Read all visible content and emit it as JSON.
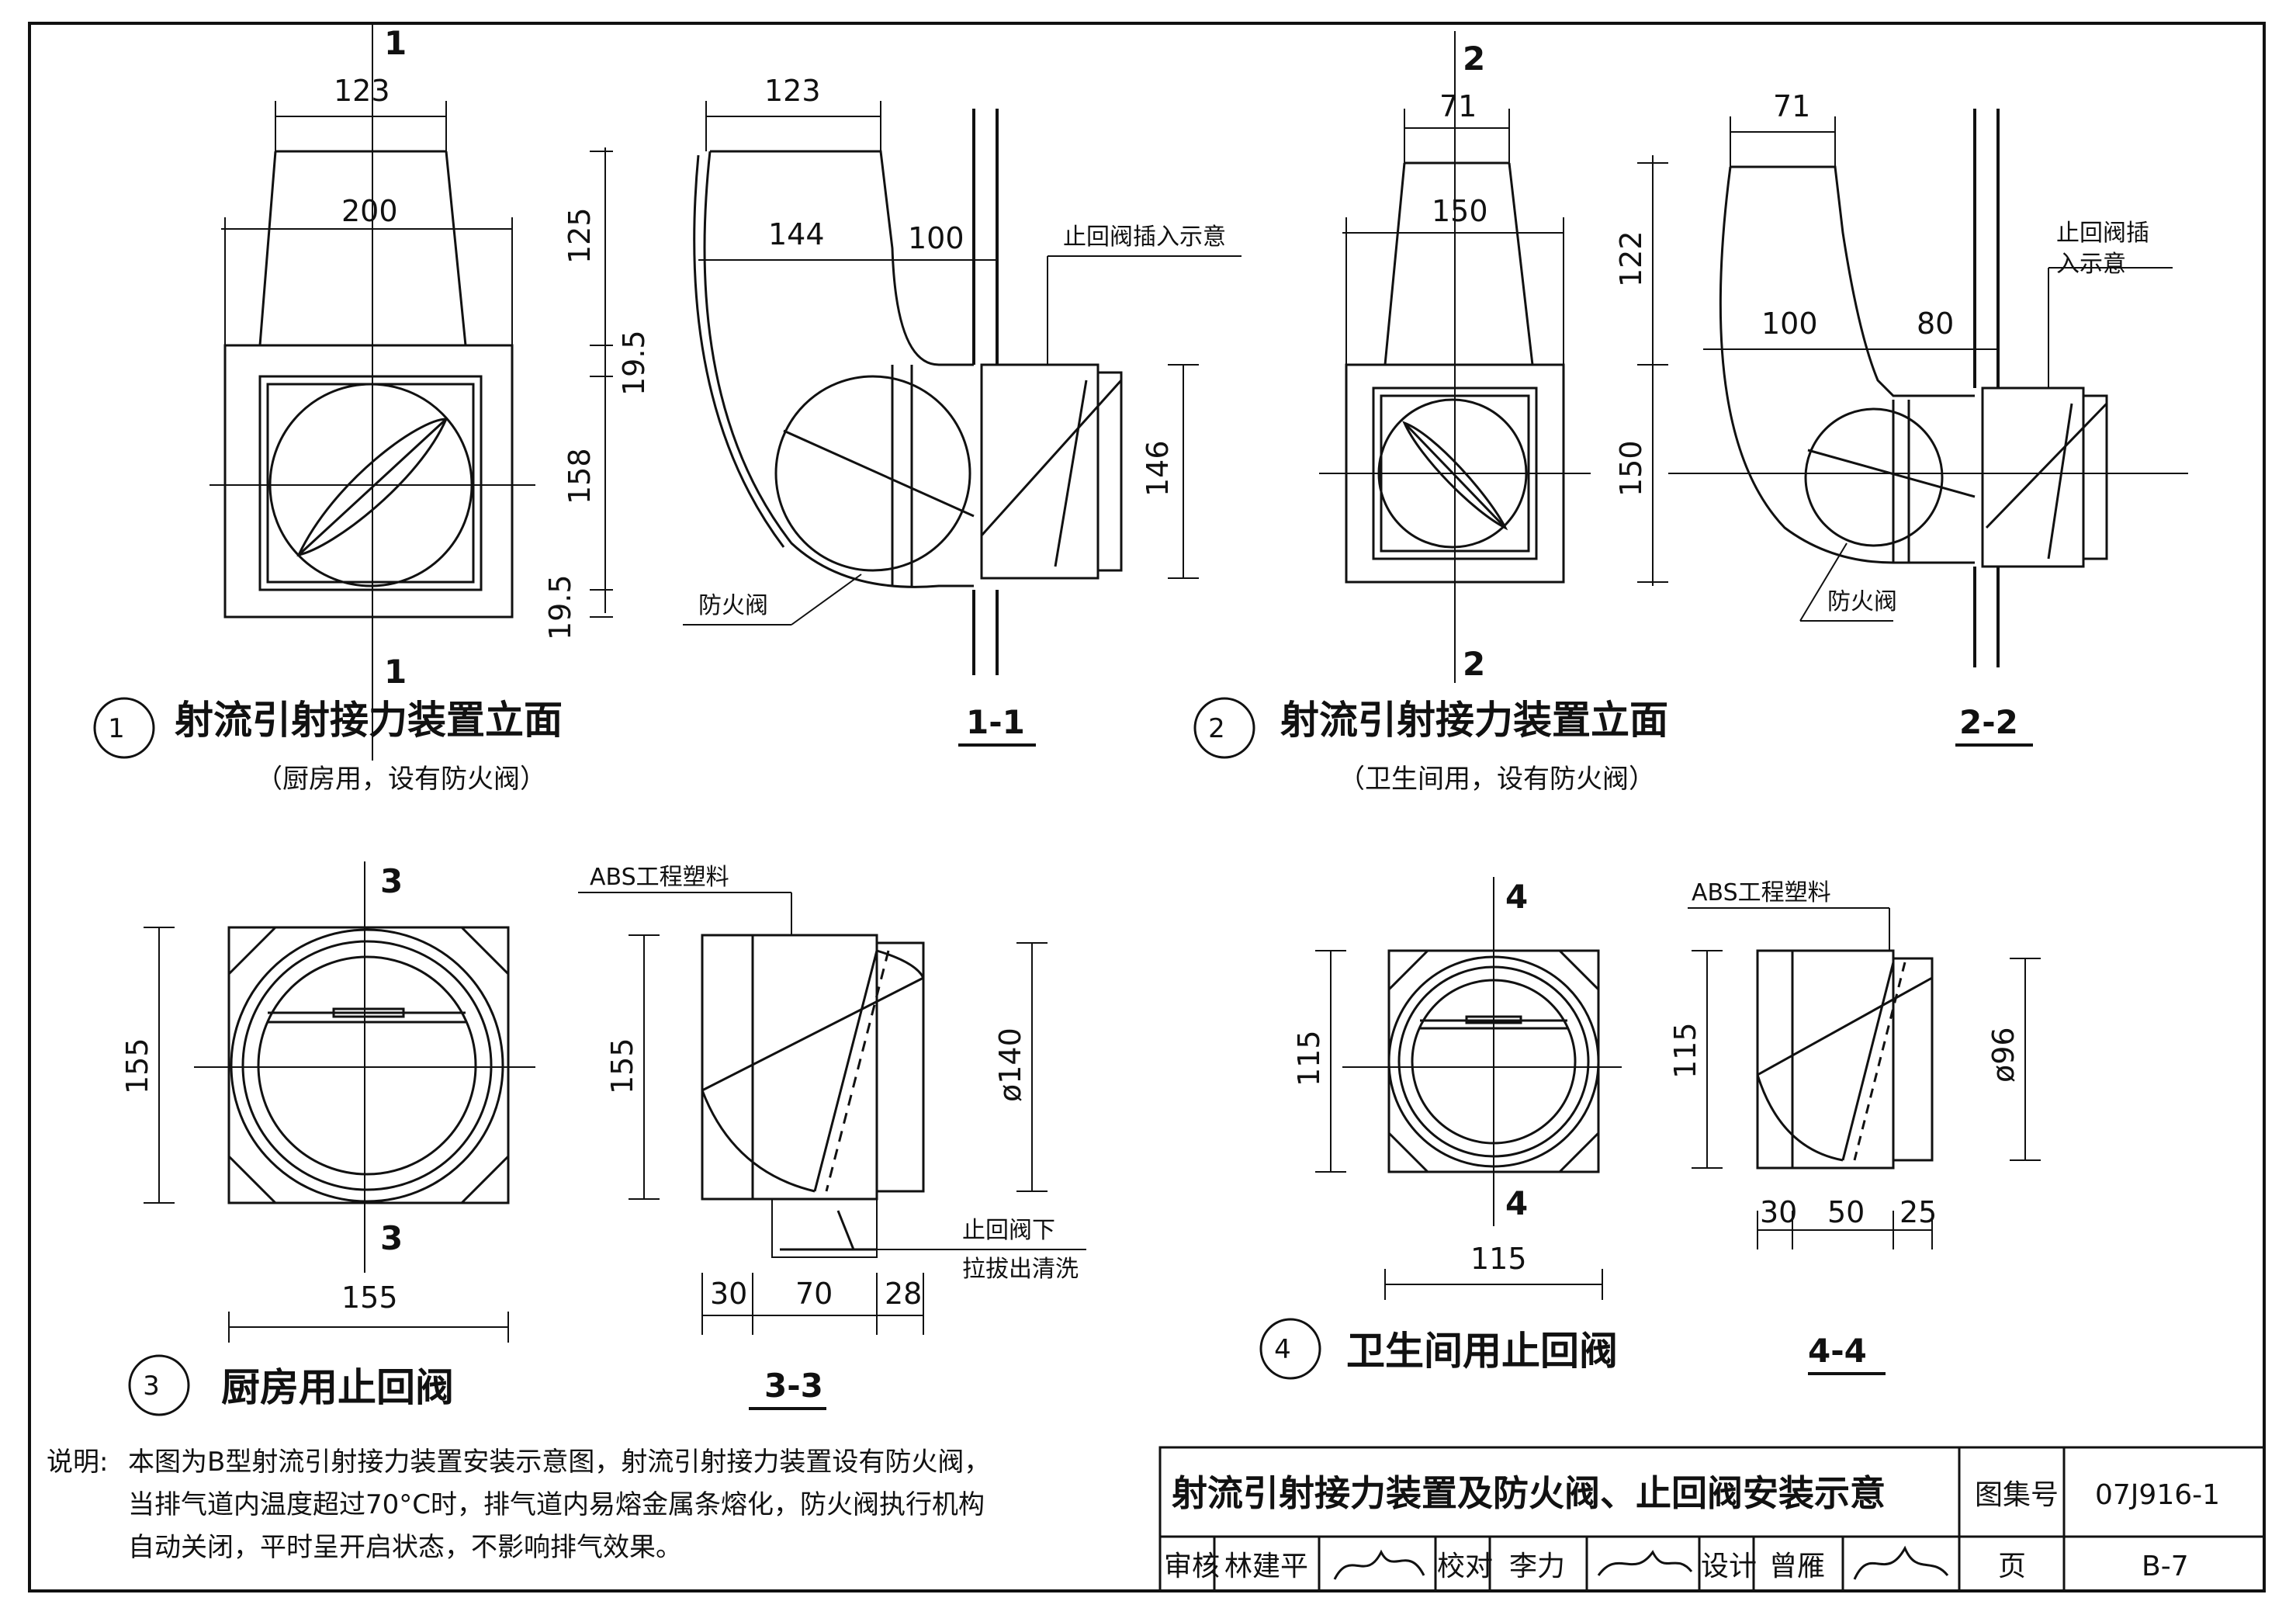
{
  "sheet": {
    "drawing_title": "射流引射接力装置及防火阀、止回阀安装示意",
    "atlas_label": "图集号",
    "atlas_no": "07J916-1",
    "review_label": "审核",
    "reviewer": "林建平",
    "check_label": "校对",
    "checker": "李力",
    "design_label": "设计",
    "designer": "曾雁",
    "page_label": "页",
    "page_no": "B-7"
  },
  "notes": {
    "label": "说明:",
    "line1": "本图为B型射流引射接力装置安装示意图，射流引射接力装置设有防火阀，",
    "line2": "当排气道内温度超过70°C时，排气道内易熔金属条熔化，防火阀执行机构",
    "line3": "自动关闭，平时呈开启状态，不影响排气效果。"
  },
  "fig1": {
    "num": "1",
    "title": "射流引射接力装置立面",
    "subtitle": "（厨房用，设有防火阀）",
    "cut": "1",
    "dim_top": "123",
    "dim_mid": "200",
    "dim_h1": "125",
    "dim_h2": "19.5",
    "dim_h3": "158",
    "dim_h4": "19.5"
  },
  "sec11": {
    "label": "1-1",
    "dim_top": "123",
    "dim_a": "144",
    "dim_b": "100",
    "dim_h": "146",
    "note_check": "止回阀插入示意",
    "note_fire": "防火阀"
  },
  "fig2": {
    "num": "2",
    "title": "射流引射接力装置立面",
    "subtitle": "（卫生间用，设有防火阀）",
    "cut": "2",
    "dim_top": "71",
    "dim_mid": "150",
    "dim_h1": "122",
    "dim_h2": "150"
  },
  "sec22": {
    "label": "2-2",
    "dim_top": "71",
    "dim_a": "100",
    "dim_b": "80",
    "note_check1": "止回阀插",
    "note_check2": "入示意",
    "note_fire": "防火阀"
  },
  "fig3": {
    "num": "3",
    "title": "厨房用止回阀",
    "cut": "3",
    "dim_w": "155",
    "dim_h": "155"
  },
  "sec33": {
    "label": "3-3",
    "material": "ABS工程塑料",
    "dim_h": "155",
    "dim_d": "ø140",
    "dim_a": "30",
    "dim_b": "70",
    "dim_c": "28",
    "note1": "止回阀下",
    "note2": "拉拔出清洗"
  },
  "fig4": {
    "num": "4",
    "title": "卫生间用止回阀",
    "cut": "4",
    "dim_w": "115",
    "dim_h": "115"
  },
  "sec44": {
    "label": "4-4",
    "material": "ABS工程塑料",
    "dim_h": "115",
    "dim_d": "ø96",
    "dim_a": "30",
    "dim_b": "50",
    "dim_c": "25"
  }
}
